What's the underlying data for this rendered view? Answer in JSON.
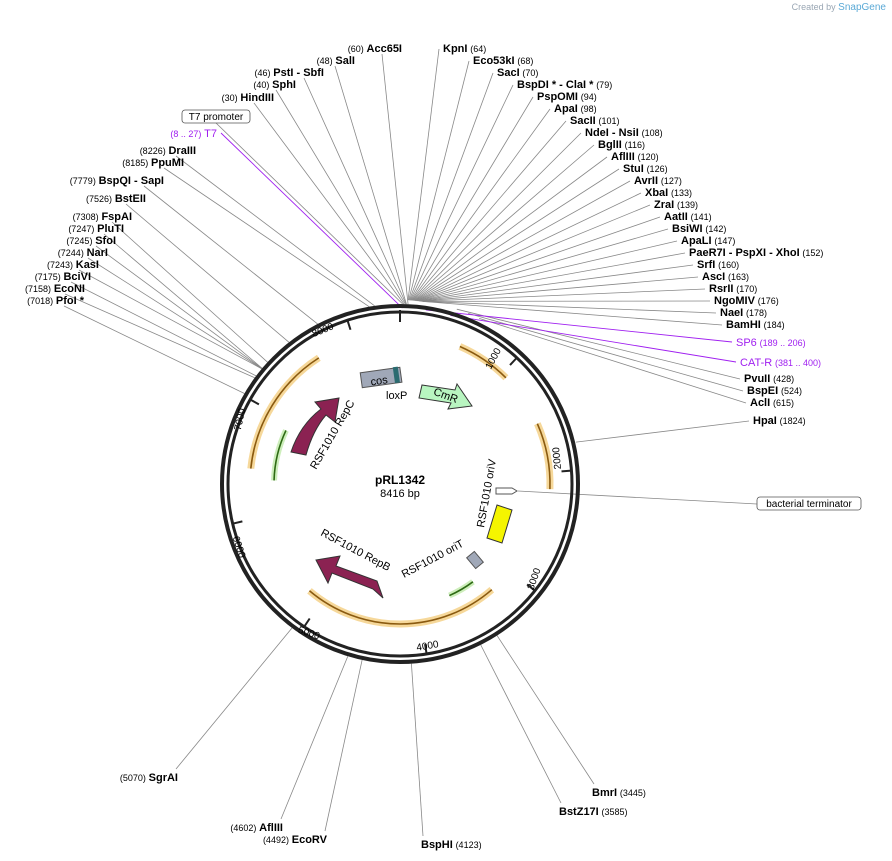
{
  "credit": {
    "prefix": "Created by",
    "brand": "SnapGene"
  },
  "plasmid": {
    "name": "pRL1342",
    "size_label": "8416 bp",
    "length": 8416
  },
  "colors": {
    "backbone": "#222222",
    "line": "#888888",
    "primer": "#a020f0",
    "feature_dark": "#8b2252",
    "cmr": "#b8f5c0",
    "orange": "#e8a33c",
    "green": "#7cc35a",
    "yellow": "#f5f500",
    "gray": "#a0a8b8"
  },
  "ticks": [
    {
      "label": "1000",
      "bp": 1000
    },
    {
      "label": "2000",
      "bp": 2000
    },
    {
      "label": "3000",
      "bp": 3000
    },
    {
      "label": "4000",
      "bp": 4000
    },
    {
      "label": "5000",
      "bp": 5000
    },
    {
      "label": "6000",
      "bp": 6000
    },
    {
      "label": "7000",
      "bp": 7000
    },
    {
      "label": "8000",
      "bp": 8000
    }
  ],
  "features": [
    {
      "label": "cos",
      "kind": "box",
      "color": "#a0a8b8"
    },
    {
      "label": "loxP",
      "kind": "text"
    },
    {
      "label": "CmR",
      "kind": "arrow",
      "color": "#b8f5c0"
    },
    {
      "label": "RSF1010 oriV",
      "kind": "text"
    },
    {
      "label": "RSF1010 oriT",
      "kind": "text"
    },
    {
      "label": "RSF1010 RepB",
      "kind": "arrow",
      "color": "#8b2252"
    },
    {
      "label": "RSF1010 RepC",
      "kind": "arrow",
      "color": "#8b2252"
    }
  ],
  "boxed_labels": [
    {
      "text": "T7 promoter"
    },
    {
      "text": "bacterial terminator"
    }
  ],
  "primers": [
    {
      "name": "SP6",
      "range": "(189 .. 206)"
    },
    {
      "name": "CAT-R",
      "range": "(381 .. 400)"
    },
    {
      "name": "T7",
      "range": "(8 .. 27)"
    }
  ],
  "sites_right": [
    {
      "name": "KpnI",
      "pos": "(64)"
    },
    {
      "name": "Eco53kI",
      "pos": "(68)"
    },
    {
      "name": "SacI",
      "pos": "(70)"
    },
    {
      "name": "BspDI * - ClaI *",
      "pos": "(79)"
    },
    {
      "name": "PspOMI",
      "pos": "(94)"
    },
    {
      "name": "ApaI",
      "pos": "(98)"
    },
    {
      "name": "SacII",
      "pos": "(101)"
    },
    {
      "name": "NdeI - NsiI",
      "pos": "(108)"
    },
    {
      "name": "BglII",
      "pos": "(116)"
    },
    {
      "name": "AflIII",
      "pos": "(120)"
    },
    {
      "name": "StuI",
      "pos": "(126)"
    },
    {
      "name": "AvrII",
      "pos": "(127)"
    },
    {
      "name": "XbaI",
      "pos": "(133)"
    },
    {
      "name": "ZraI",
      "pos": "(139)"
    },
    {
      "name": "AatII",
      "pos": "(141)"
    },
    {
      "name": "BsiWI",
      "pos": "(142)"
    },
    {
      "name": "ApaLI",
      "pos": "(147)"
    },
    {
      "name": "PaeR7I - PspXI - XhoI",
      "pos": "(152)"
    },
    {
      "name": "SrfI",
      "pos": "(160)"
    },
    {
      "name": "AscI",
      "pos": "(163)"
    },
    {
      "name": "RsrII",
      "pos": "(170)"
    },
    {
      "name": "NgoMIV",
      "pos": "(176)"
    },
    {
      "name": "NaeI",
      "pos": "(178)"
    },
    {
      "name": "BamHI",
      "pos": "(184)"
    },
    {
      "name": "PvuII",
      "pos": "(428)"
    },
    {
      "name": "BspEI",
      "pos": "(524)"
    },
    {
      "name": "AclI",
      "pos": "(615)"
    },
    {
      "name": "HpaI",
      "pos": "(1824)"
    }
  ],
  "sites_left": [
    {
      "name": "Acc65I",
      "pos": "(60)"
    },
    {
      "name": "SalI",
      "pos": "(48)"
    },
    {
      "name": "PstI - SbfI",
      "pos": "(46)"
    },
    {
      "name": "SphI",
      "pos": "(40)"
    },
    {
      "name": "HindIII",
      "pos": "(30)"
    },
    {
      "name": "DraIII",
      "pos": "(8226)"
    },
    {
      "name": "PpuMI",
      "pos": "(8185)"
    },
    {
      "name": "BspQI - SapI",
      "pos": "(7779)"
    },
    {
      "name": "BstEII",
      "pos": "(7526)"
    },
    {
      "name": "FspAI",
      "pos": "(7308)"
    },
    {
      "name": "PluTI",
      "pos": "(7247)"
    },
    {
      "name": "SfoI",
      "pos": "(7245)"
    },
    {
      "name": "NarI",
      "pos": "(7244)"
    },
    {
      "name": "KasI",
      "pos": "(7243)"
    },
    {
      "name": "BciVI",
      "pos": "(7175)"
    },
    {
      "name": "EcoNI",
      "pos": "(7158)"
    },
    {
      "name": "PfoI *",
      "pos": "(7018)"
    }
  ],
  "sites_bottom": [
    {
      "name": "BmrI",
      "pos": "(3445)"
    },
    {
      "name": "BstZ17I",
      "pos": "(3585)"
    },
    {
      "name": "BspHI",
      "pos": "(4123)"
    },
    {
      "name": "EcoRV",
      "pos": "(4492)"
    },
    {
      "name": "AflIII",
      "pos": "(4602)"
    },
    {
      "name": "SgrAI",
      "pos": "(5070)"
    }
  ]
}
